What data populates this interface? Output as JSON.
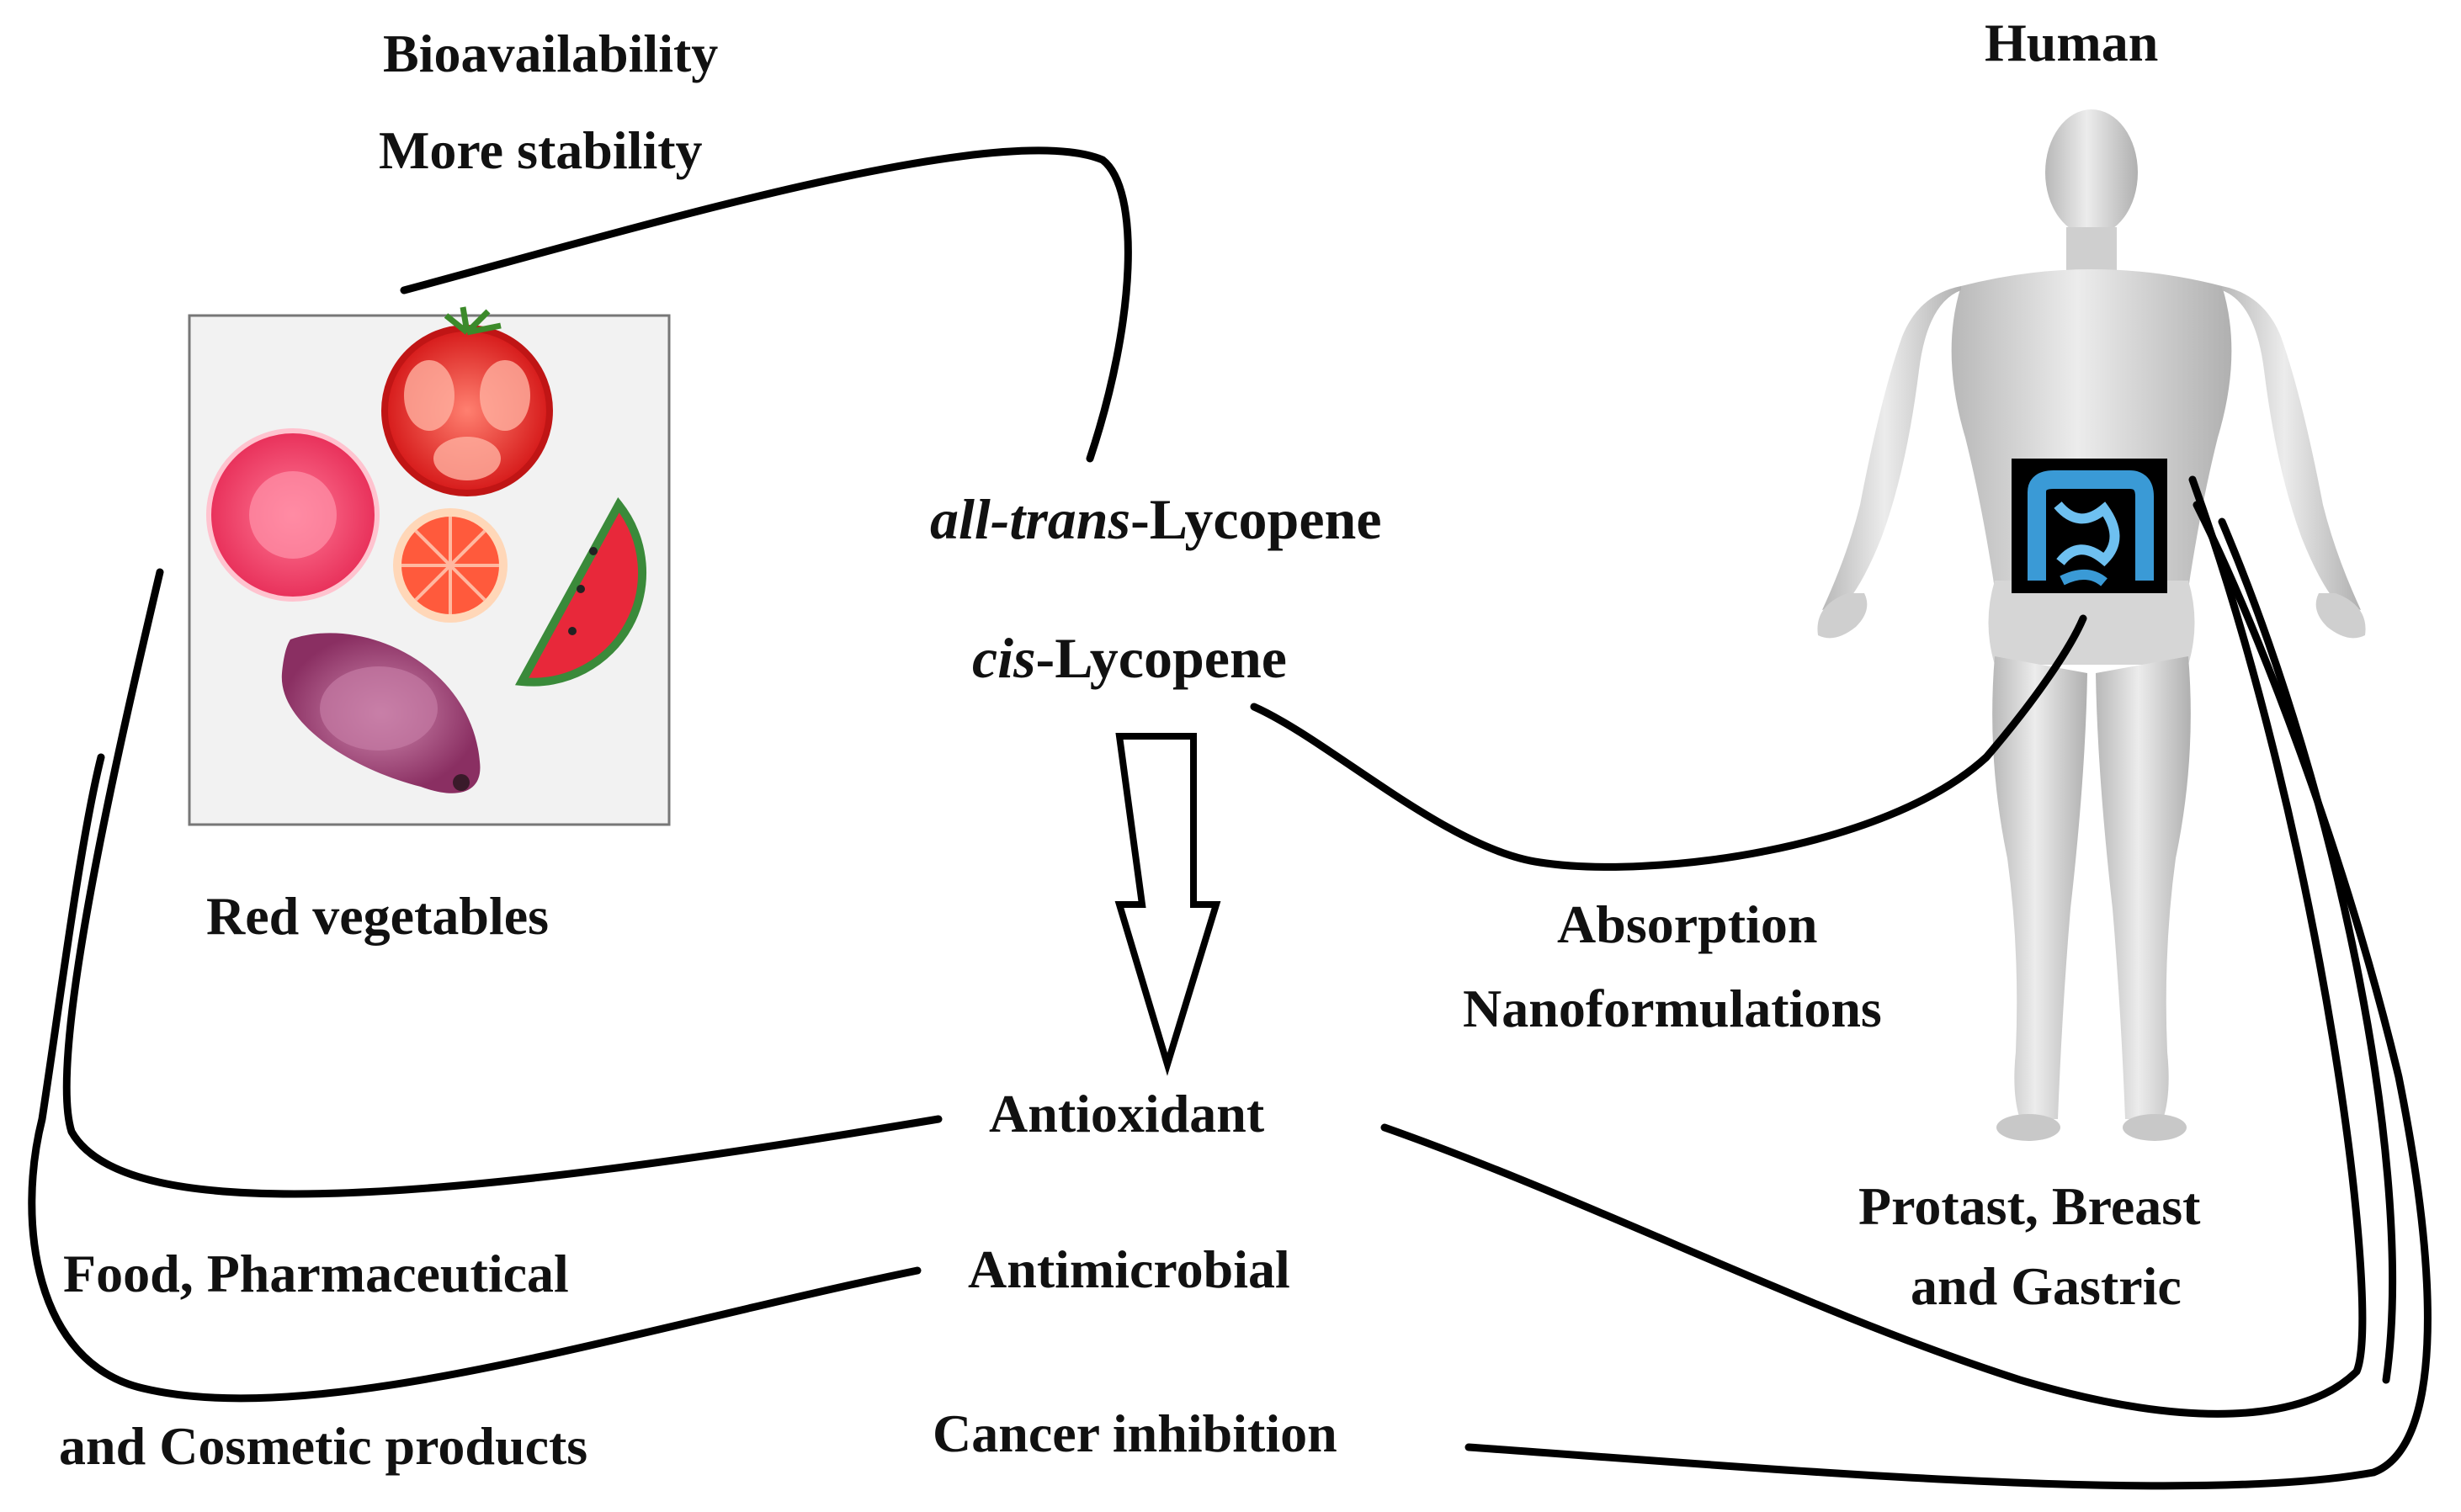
{
  "labels": {
    "bioavailability": "Bioavailability",
    "more_stability": "More stability",
    "human": "Human",
    "red_vegetables": "Red vegetables",
    "all_trans_prefix": "all-trans",
    "all_trans_suffix": "-Lycopene",
    "cis_prefix": "cis",
    "cis_suffix": "-Lycopene",
    "absorption": "Absorption",
    "nanoformulations": "Nanoformulations",
    "antioxidant": "Antioxidant",
    "antimicrobial": "Antimicrobial",
    "cancer_inhibition": "Cancer inhibition",
    "food_pharmaceutical": "Food, Pharmaceutical",
    "cosmetic_products": "and Cosmetic products",
    "cancer_types_line1": "Protast, Breast",
    "cancer_types_line2": "and Gastric"
  },
  "colors": {
    "text": "#111111",
    "connector": "#000000",
    "tomato": "#e8282a",
    "guava_pink": "#f0456a",
    "grapefruit": "#ff6a4a",
    "watermelon": "#e8283a",
    "rind": "#3a8a3a",
    "purple_guava": "#a8487a",
    "body": "#d9d9d9",
    "intestine": "#3a9ad6"
  },
  "icons": [
    "tomato-icon",
    "guava-icon",
    "grapefruit-icon",
    "watermelon-icon",
    "purple-guava-icon",
    "human-body-icon",
    "intestine-icon"
  ]
}
